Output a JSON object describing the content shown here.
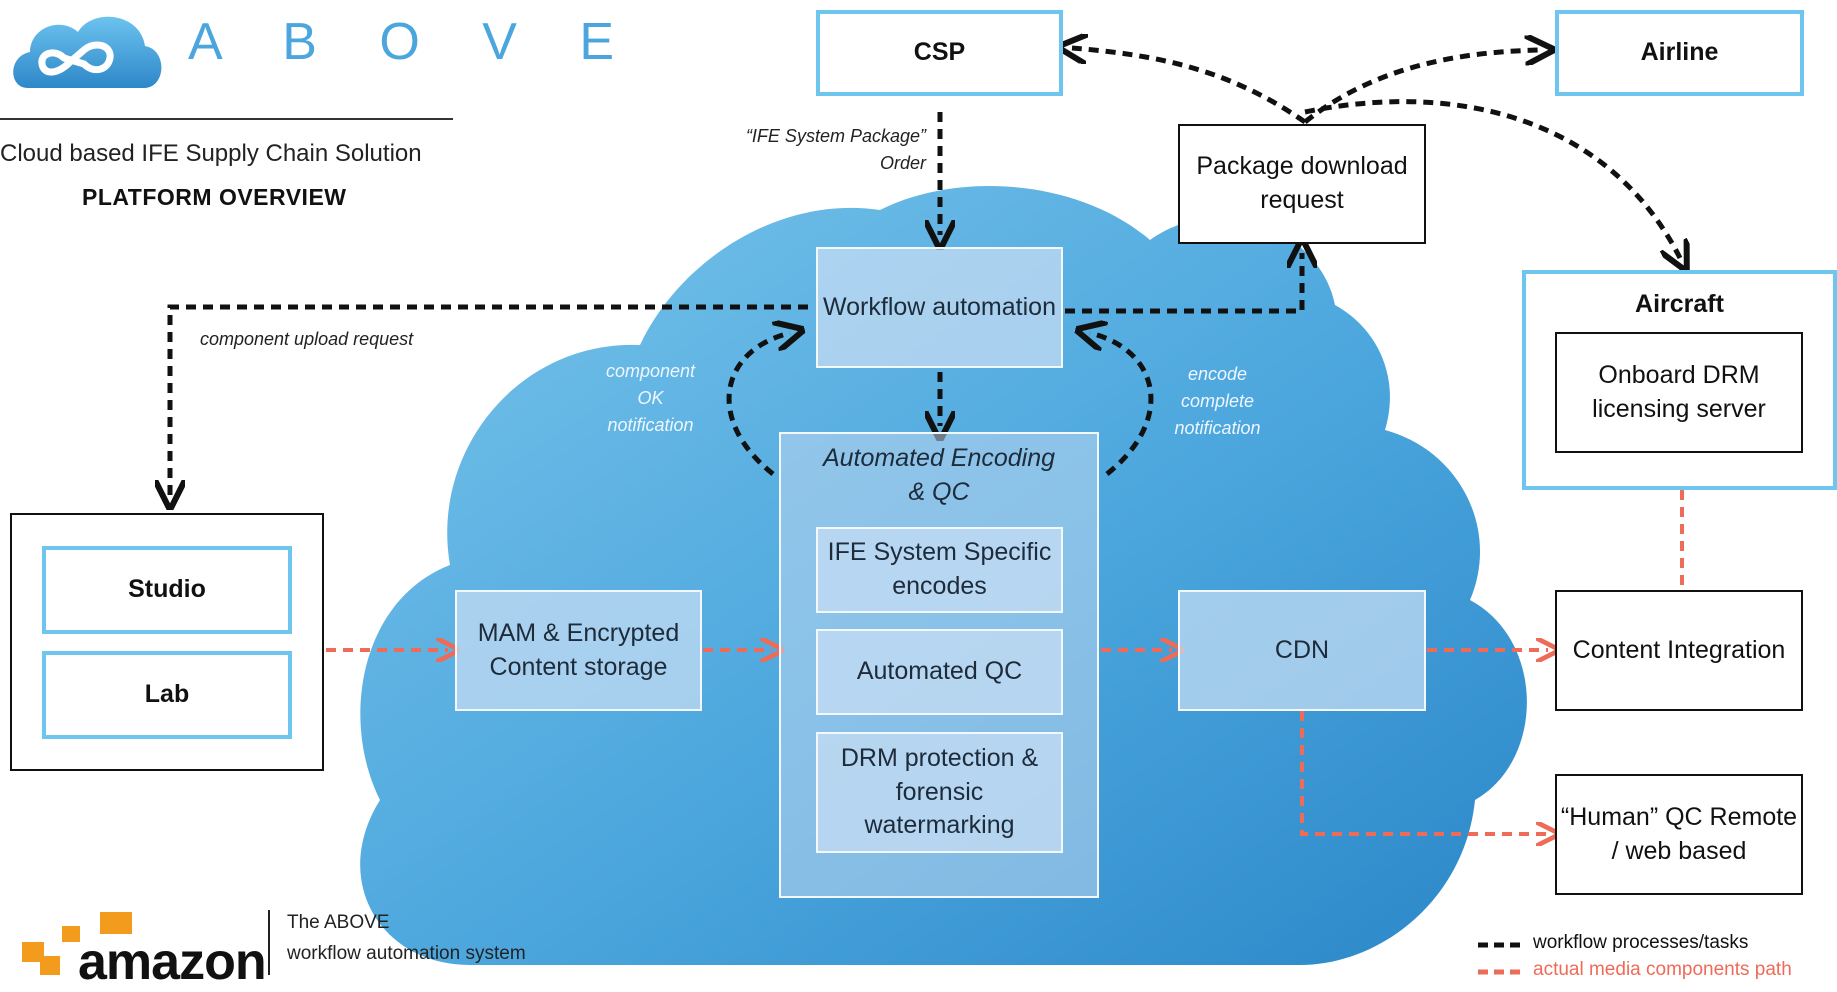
{
  "header": {
    "logo_text": "A B O V E",
    "subtitle": "Cloud based IFE Supply Chain Solution",
    "title": "PLATFORM OVERVIEW"
  },
  "nodes": {
    "csp": "CSP",
    "airline": "Airline",
    "package_download": "Package download request",
    "workflow_automation": "Workflow automation",
    "aircraft": "Aircraft",
    "onboard_drm": "Onboard DRM licensing server",
    "studio": "Studio",
    "lab": "Lab",
    "mam": "MAM & Encrypted Content storage",
    "encoding_group": "Automated Encoding & QC",
    "ife_encodes": "IFE System Specific encodes",
    "automated_qc": "Automated QC",
    "drm_protection": "DRM protection & forensic watermarking",
    "cdn": "CDN",
    "content_integration": "Content Integration",
    "human_qc": "“Human” QC Remote / web based"
  },
  "labels": {
    "ife_order_1": "“IFE System Package”",
    "ife_order_2": "Order",
    "component_upload": "component upload request",
    "component_ok": [
      "component",
      "OK",
      "notification"
    ],
    "encode_complete": [
      "encode",
      "complete",
      "notification"
    ]
  },
  "footer": {
    "aws_logo": "amazon",
    "aws_line1": "The ABOVE",
    "aws_line2": "workflow automation system"
  },
  "legend": {
    "workflow": "workflow processes/tasks",
    "media": "actual media components path"
  },
  "colors": {
    "cloud_light": "#6fbde6",
    "cloud_dark": "#2f8fd0",
    "accent_border": "#6ec6ee",
    "media_path": "#ee6b57",
    "workflow_path": "#111111",
    "aws_orange": "#f29b1d"
  }
}
